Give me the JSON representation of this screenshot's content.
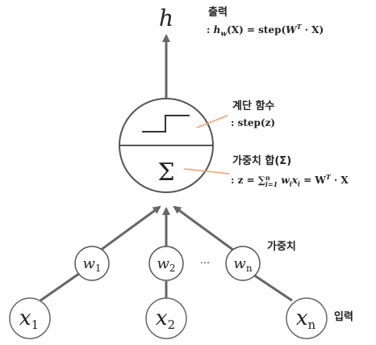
{
  "output": {
    "symbol": "h",
    "label": "출력",
    "formula_prefix": ": ",
    "formula_h": "h",
    "formula_h_sub": "w",
    "formula_mid": "(X) = step(",
    "formula_W": "W",
    "formula_W_sup": "T",
    "formula_end": " · X)"
  },
  "step_function": {
    "label": "계단 함수",
    "formula": ": step(z)"
  },
  "weighted_sum": {
    "label": "가중치 합(Σ)",
    "symbol": "Σ",
    "f_prefix": ": z = ",
    "f_sum": "∑",
    "f_sum_sup": "n",
    "f_sum_sub": "i=1",
    "f_wx": " w",
    "f_wx_sub1": "i",
    "f_x": "x",
    "f_x_sub": "i",
    "f_eq": " = W",
    "f_T": "T",
    "f_end": " · X"
  },
  "weights": {
    "label": "가중치",
    "ellipsis": "···",
    "w1": "w",
    "w1_sub": "1",
    "w2": "w",
    "w2_sub": "2",
    "wn": "w",
    "wn_sub": "n"
  },
  "inputs": {
    "label": "입력",
    "x1": "x",
    "x1_sub": "1",
    "x2": "x",
    "x2_sub": "2",
    "xn": "x",
    "xn_sub": "n"
  },
  "colors": {
    "stroke": "#555555",
    "arrow": "#666666",
    "leader": "#f0a070",
    "text": "#222222"
  }
}
